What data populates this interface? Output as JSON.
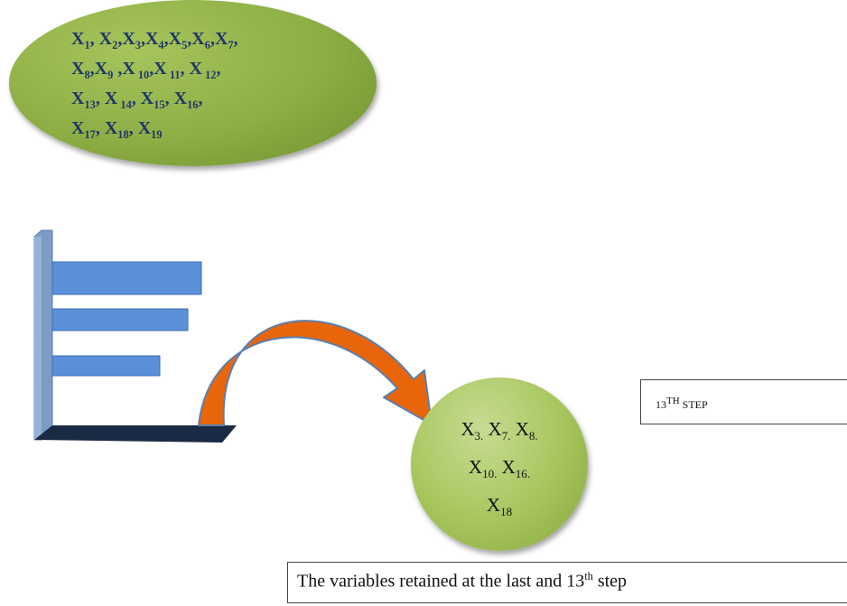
{
  "initial_variables": {
    "lines": [
      [
        {
          "base": "X",
          "sub": "1",
          "sep": ", "
        },
        {
          "base": "X",
          "sub": "2",
          "sep": ","
        },
        {
          "base": "X",
          "sub": "3",
          "sep": ","
        },
        {
          "base": "X",
          "sub": "4",
          "sep": ","
        },
        {
          "base": "X",
          "sub": "5",
          "sep": ","
        },
        {
          "base": "X",
          "sub": "6",
          "sep": ","
        },
        {
          "base": "X",
          "sub": "7",
          "sep": ","
        }
      ],
      [
        {
          "base": "X",
          "sub": "8",
          "sep": ","
        },
        {
          "base": "X",
          "sub": "9",
          "sep": " ,"
        },
        {
          "base": "X",
          "sub": " 10",
          "sep": ","
        },
        {
          "base": "X",
          "sub": " 11",
          "sep": ", "
        },
        {
          "base": "X",
          "sub": " 12",
          "sep": ","
        }
      ],
      [
        {
          "base": "X",
          "sub": "13",
          "sep": ", "
        },
        {
          "base": "X",
          "sub": " 14",
          "sep": ",  "
        },
        {
          "base": "X",
          "sub": "15",
          "sep": ",  "
        },
        {
          "base": "X",
          "sub": "16",
          "sep": ","
        }
      ],
      [
        {
          "base": "X",
          "sub": "17",
          "sep": ",  "
        },
        {
          "base": "X",
          "sub": "18",
          "sep": ",  "
        },
        {
          "base": "X",
          "sub": "19",
          "sep": ""
        }
      ]
    ]
  },
  "retained_variables": {
    "lines": [
      [
        {
          "base": "X",
          "sub": "3",
          "tail": "  "
        },
        {
          "base": "X",
          "sub": "7",
          "tail": "  "
        },
        {
          "base": "X",
          "sub": "8",
          "tail": ""
        }
      ],
      [
        {
          "base": "X",
          "sub": "10",
          "tail": "  "
        },
        {
          "base": "X",
          "sub": "16",
          "tail": ""
        }
      ],
      [
        {
          "base": "X",
          "sub": "18",
          "tail": ""
        }
      ]
    ],
    "sub_punct": "."
  },
  "step_label": {
    "number": "13",
    "sup": "TH",
    "word": "STEP"
  },
  "caption": {
    "before": "The variables retained at the last and 13",
    "sup": "th",
    "after": " step"
  },
  "colors": {
    "oval_text": "#1f3768",
    "bar_fill": "#5b8fd8",
    "bar_stroke": "#3d6cb3",
    "axis_vertical": "#7c9cc6",
    "axis_base": "#1b2a44",
    "arrow_fill": "#e8650a",
    "arrow_stroke": "#5a7fae",
    "oval_green": "#8cae44"
  },
  "icons": {
    "bar_chart": "bar-chart-icon",
    "arrow": "curved-arrow-icon"
  },
  "bar_levels": [
    1.0,
    0.91,
    0.72
  ]
}
